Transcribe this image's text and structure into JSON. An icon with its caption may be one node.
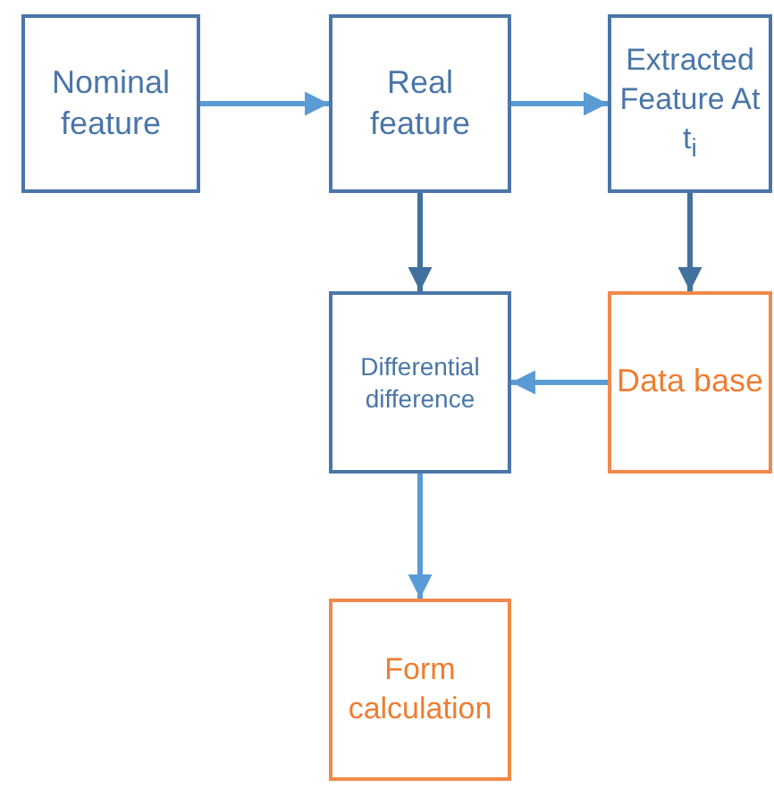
{
  "diagram": {
    "nodes": [
      {
        "text": [
          "Nominal feature"
        ]
      },
      {
        "text": [
          "Real feature"
        ]
      },
      {
        "text": [
          "Extracted Feature At t$_{i}$"
        ]
      },
      {
        "text": [
          "Differential difference"
        ]
      },
      {
        "text": [
          "Data base"
        ]
      },
      {
        "text": [
          "Form calculation"
        ]
      }
    ],
    "edges": [
      {
        "from": 0,
        "to": 1,
        "arrow": "to"
      },
      {
        "from": 1,
        "to": 2,
        "arrow": "to"
      },
      {
        "from": 1,
        "to": 3,
        "arrow": "to",
        "color": "#41719c"
      },
      {
        "from": 2,
        "to": 4,
        "arrow": "to",
        "color": "#41719c"
      },
      {
        "from": 4,
        "to": 3,
        "arrow": "to"
      },
      {
        "from": 3,
        "to": 5,
        "arrow": "to"
      }
    ]
  }
}
